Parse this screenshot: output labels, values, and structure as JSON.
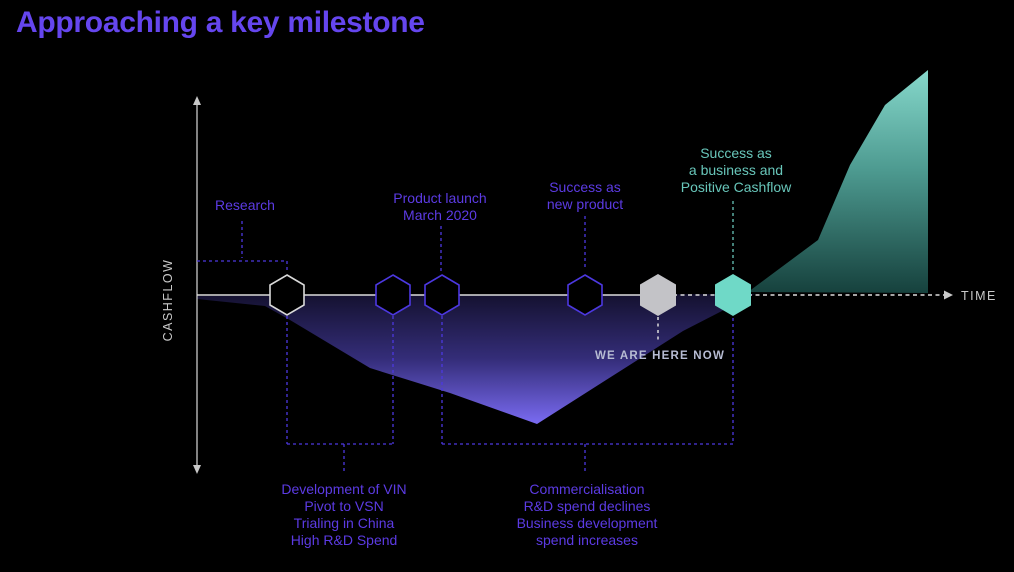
{
  "title": "Approaching a key milestone",
  "axes": {
    "y_label": "CASHFLOW",
    "x_label": "TIME"
  },
  "labels": {
    "research": [
      "Research"
    ],
    "product_launch": [
      "Product launch",
      "March 2020"
    ],
    "success_product": [
      "Success as",
      "new product"
    ],
    "success_business": [
      "Success as",
      "a business and",
      "Positive Cashflow"
    ],
    "we_are_here": "WE ARE HERE NOW",
    "dev_block": [
      "Development of VIN",
      "Pivot to VSN",
      "Trialing in China",
      "High R&D Spend"
    ],
    "comm_block": [
      "Commercialisation",
      "R&D spend declines",
      "Business development",
      "spend increases"
    ]
  },
  "milestones": [
    {
      "name": "research",
      "marker": "outline-white"
    },
    {
      "name": "development",
      "marker": "outline-purple"
    },
    {
      "name": "product-launch",
      "marker": "outline-purple"
    },
    {
      "name": "success-as-new-product",
      "marker": "outline-purple"
    },
    {
      "name": "we-are-here-now",
      "marker": "filled-gray"
    },
    {
      "name": "success-as-business",
      "marker": "filled-teal"
    }
  ],
  "colors": {
    "background": "#000000",
    "title": "#6546ee",
    "label_purple": "#5c3be4",
    "leader_purple": "#4c38e0",
    "hex_outline_purple": "#4c38e0",
    "hex_outline_white": "#d9d9d9",
    "hex_fill_gray": "#c3c3c7",
    "hex_fill_teal": "#6fd9c7",
    "label_teal": "#68c6ba",
    "axis_gray": "#c9c9c9",
    "line_white": "#dcdcdc",
    "here_label_gray": "#b7bcd3",
    "dip_gradient_top": "#14112f",
    "dip_gradient_mid": "#342d79",
    "dip_gradient_bottom": "#7a6bf2",
    "peak_gradient_top": "#86d8cb",
    "peak_gradient_mid": "#4d9a90",
    "peak_gradient_bottom": "#16413d"
  }
}
